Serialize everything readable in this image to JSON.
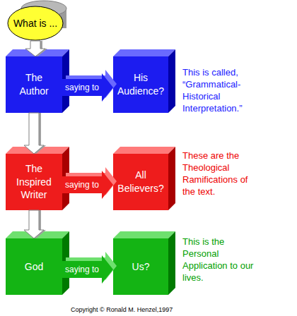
{
  "diagram": {
    "nodes": [
      {
        "text": [
          "What is ..."
        ]
      },
      {
        "text": [
          "The Author"
        ]
      },
      {
        "text": [
          "His Audience?"
        ]
      },
      {
        "text": [
          "The Inspired Writer"
        ]
      },
      {
        "text": [
          "All Believers?"
        ]
      },
      {
        "text": [
          "God"
        ]
      },
      {
        "text": [
          "Us?"
        ]
      }
    ],
    "edges": [
      {
        "from": 0,
        "to": 1,
        "arrow": "to"
      },
      {
        "from": 1,
        "to": 2,
        "label": "saying to",
        "arrow": "to"
      },
      {
        "from": 1,
        "to": 3,
        "arrow": "to"
      },
      {
        "from": 3,
        "to": 4,
        "label": "saying to",
        "arrow": "to"
      },
      {
        "from": 3,
        "to": 5,
        "arrow": "to"
      },
      {
        "from": 5,
        "to": 6,
        "label": "saying to",
        "arrow": "to"
      }
    ],
    "labels": [
      "This is called, “Grammatical-Historical Interpretation.”",
      "These are the Theological Ramifications of the text.",
      "This is the Personal Application to our lives.",
      "Copyright © Ronald M. Henzel,1997"
    ]
  }
}
